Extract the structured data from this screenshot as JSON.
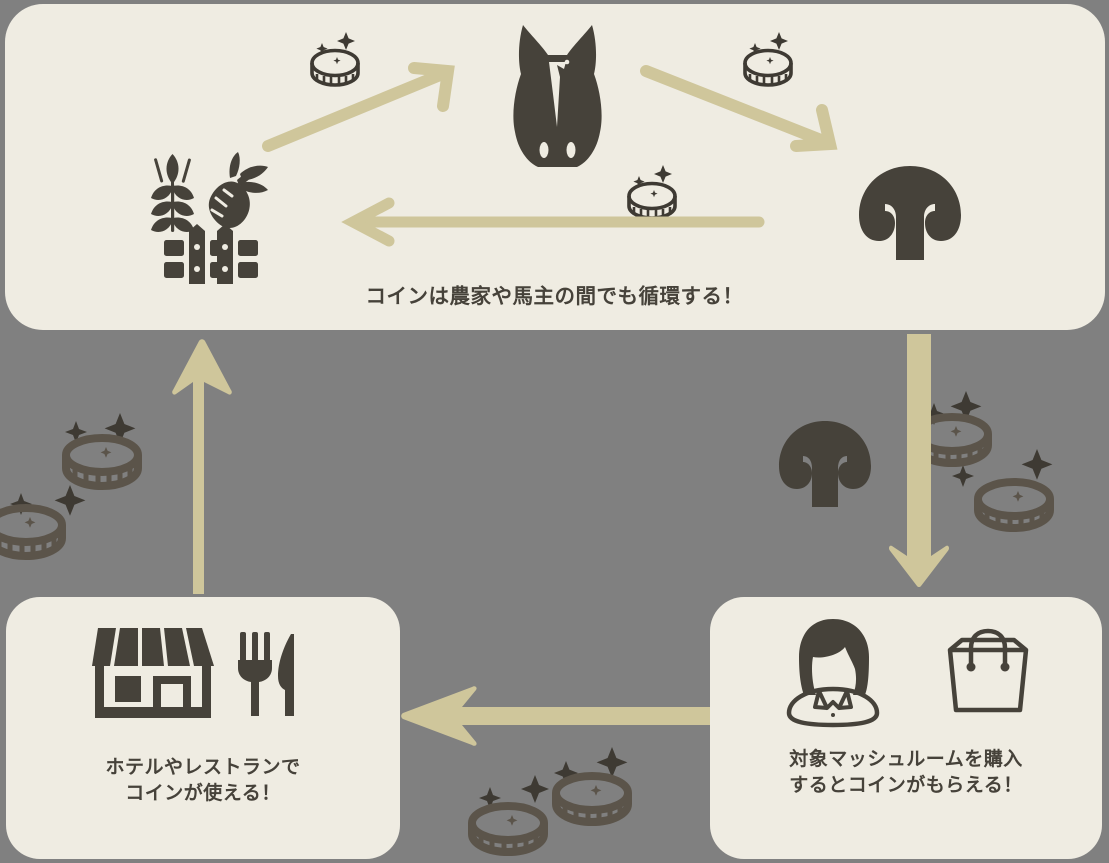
{
  "diagram": {
    "title_region": "coin circulation ecosystem diagram",
    "background_color": "#808080",
    "panel_color": "#EFECE2",
    "arrow_color": "#CFC69B",
    "icon_color": "#46423A"
  },
  "panels": {
    "top": {
      "caption": "コインは農家や馬主の間でも循環する！",
      "icons": [
        "horse-icon",
        "farm-produce-icon",
        "mushroom-icon",
        "coin-icon"
      ]
    },
    "shop": {
      "caption": "ホテルやレストランで\nコインが使える！",
      "icons": [
        "storefront-icon",
        "fork-knife-icon"
      ]
    },
    "buy": {
      "caption": "対象マッシュルームを購入\nするとコインがもらえる！",
      "icons": [
        "woman-shopper-icon",
        "shopping-bag-icon"
      ]
    }
  },
  "icons": {
    "horse": "horse-head-icon",
    "farm": "wheat-carrot-fence-icon",
    "mushroom": "mushroom-icon",
    "storefront": "storefront-icon",
    "cutlery": "fork-knife-icon",
    "woman": "woman-shopper-icon",
    "bag": "shopping-bag-icon",
    "coin": "coin-sparkle-icon"
  },
  "arrows": {
    "farm_to_horse": "arrow-up-right",
    "horse_to_mushroom": "arrow-down-right",
    "mushroom_to_farm": "arrow-left",
    "top_to_buy": "arrow-down",
    "buy_to_shop": "arrow-left",
    "shop_to_top": "arrow-up"
  }
}
